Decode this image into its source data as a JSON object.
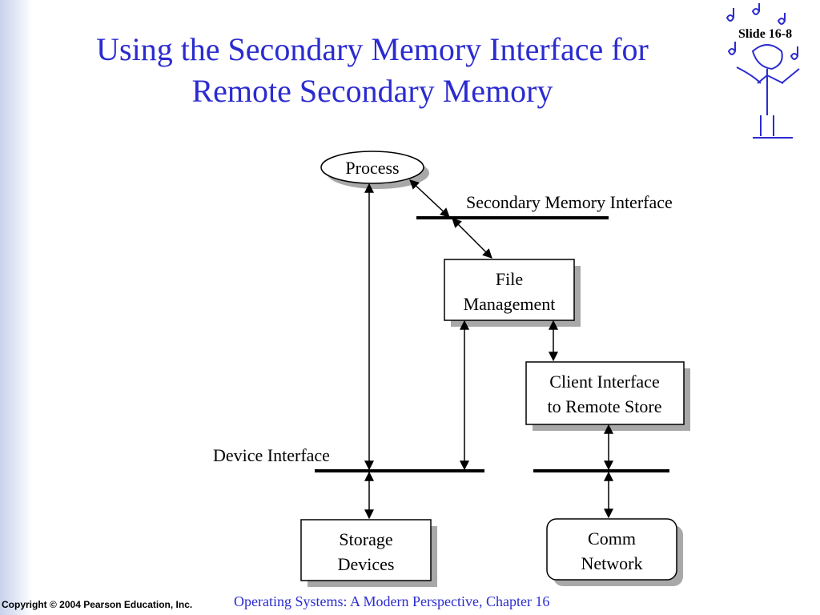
{
  "slide": {
    "title_line1": "Using the Secondary Memory Interface for",
    "title_line2": "Remote Secondary Memory",
    "slide_number": "Slide 16-8",
    "copyright": "Copyright © 2004 Pearson Education, Inc.",
    "footer_text": "Operating Systems: A Modern Perspective, Chapter 16"
  },
  "diagram": {
    "nodes": {
      "process": "Process",
      "file_management": [
        "File",
        "Management"
      ],
      "client_interface": [
        "Client Interface",
        "to Remote Store"
      ],
      "storage_devices": [
        "Storage",
        "Devices"
      ],
      "comm_network": [
        "Comm",
        "Network"
      ]
    },
    "interfaces": {
      "secondary_memory": "Secondary Memory Interface",
      "device": "Device Interface"
    }
  },
  "colors": {
    "title": "#2b2bd0",
    "shadow": "#a8a8a8",
    "band": "#c9d2ec"
  },
  "icons": {
    "logo": "musician-figure-icon"
  }
}
